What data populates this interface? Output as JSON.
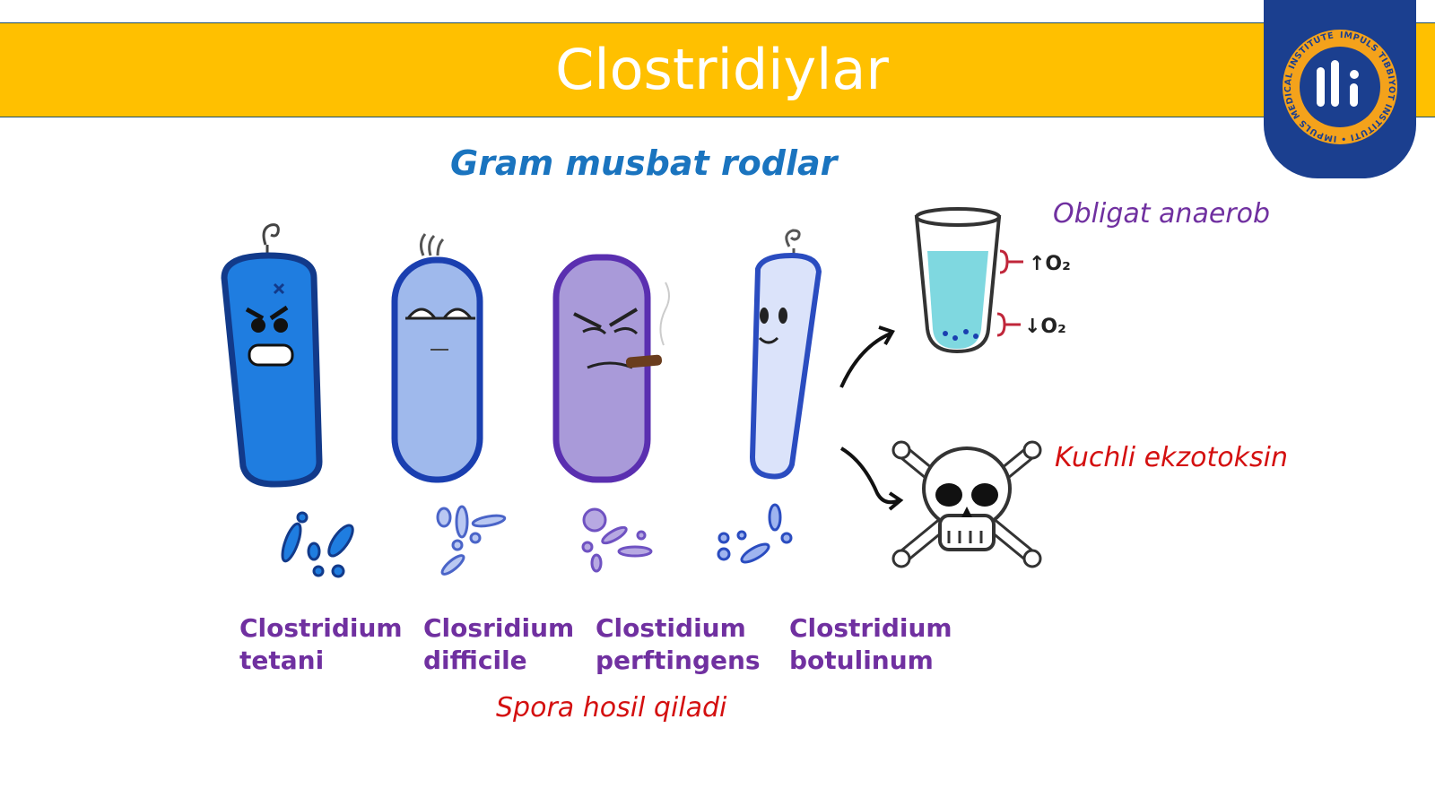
{
  "slide": {
    "title": "Clostridiylar",
    "subtitle": "Gram musbat rodlar",
    "logo": {
      "ring_text": "IMPULS TIBBIYOT INSTITUTI • IMPULS MEDICAL INSTITUTE •",
      "icon": "impuls-logo-icon"
    },
    "notes": {
      "obligate": "Obligat anaerob",
      "toxin": "Kuchli ekzotoksin",
      "spore": "Spora hosil qiladi"
    },
    "tube_labels": {
      "top": "↑O₂",
      "bottom": "↓O₂"
    },
    "species": [
      {
        "line1": "Clostridium",
        "line2": "tetani"
      },
      {
        "line1": "Closridium",
        "line2": "difficile"
      },
      {
        "line1": "Clostidium",
        "line2": "perftingens"
      },
      {
        "line1": "Clostridium",
        "line2": "botulinum"
      }
    ],
    "colors": {
      "banner": "#ffc000",
      "subtitle": "#1a74bf",
      "species": "#7030a0",
      "red_note": "#d41010",
      "logo_bg": "#1b3f8f",
      "logo_ring": "#f4a21b"
    }
  }
}
